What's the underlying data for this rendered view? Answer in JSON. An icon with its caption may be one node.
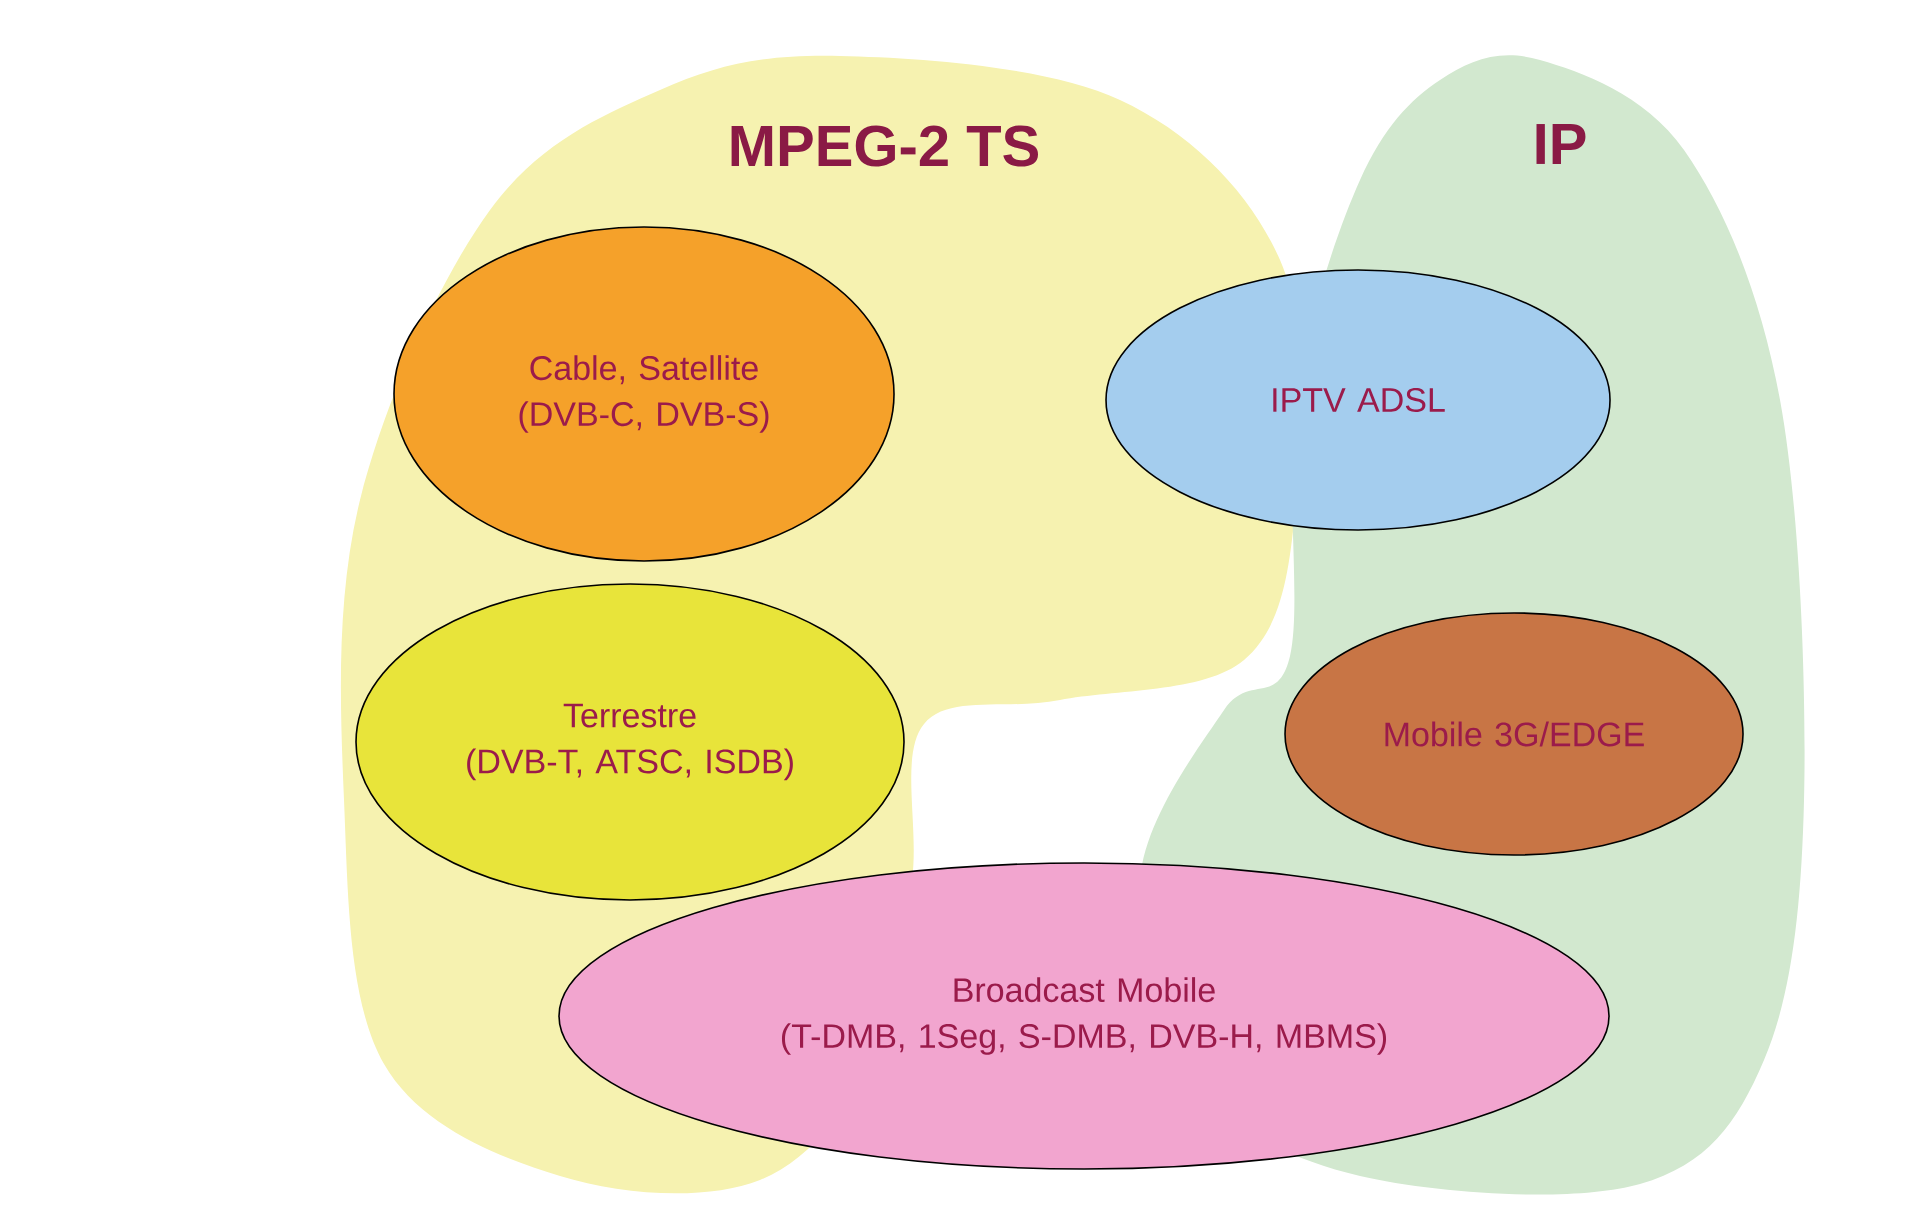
{
  "diagram": {
    "nodes": [
      {
        "text": [
          "MPEG-2 TS"
        ]
      },
      {
        "text": [
          "IP"
        ]
      },
      {
        "text": [
          "Cable, Satellite (DVB-C, DVB-S)"
        ],
        "in": 0
      },
      {
        "text": [
          "IPTV ADSL"
        ]
      },
      {
        "text": [
          "Terrestre (DVB-T, ATSC, ISDB)"
        ],
        "in": 0
      },
      {
        "text": [
          "Mobile 3G/EDGE"
        ],
        "in": 1
      },
      {
        "text": [
          "Broadcast Mobile (T-DMB, 1Seg, S-DMB, DVB-H, MBMS)"
        ]
      }
    ]
  }
}
